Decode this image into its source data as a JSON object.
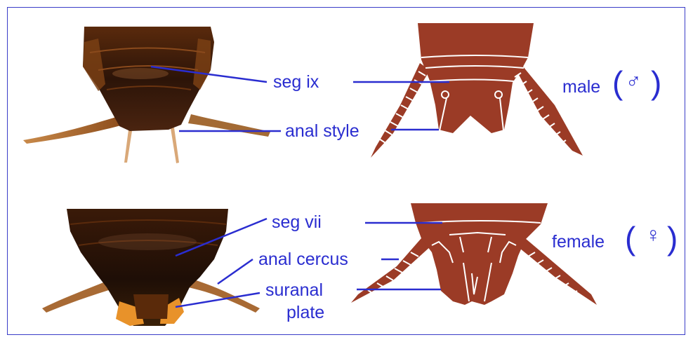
{
  "labels": {
    "seg_ix": "seg ix",
    "anal_style": "anal style",
    "seg_vii": "seg vii",
    "anal_cercus": "anal cercus",
    "suranal_plate_1": "suranal",
    "suranal_plate_2": "plate",
    "male": "male",
    "female": "female"
  },
  "symbols": {
    "male": "♂",
    "female": "♀"
  },
  "colors": {
    "label": "#2a2dd0",
    "frame": "#3a3dc8",
    "drawing": "#9b3b26",
    "photo_dark": "#3a1e0c",
    "photo_mid": "#7a3f14",
    "photo_light": "#b8722a",
    "photo_orange": "#e89a2a"
  }
}
